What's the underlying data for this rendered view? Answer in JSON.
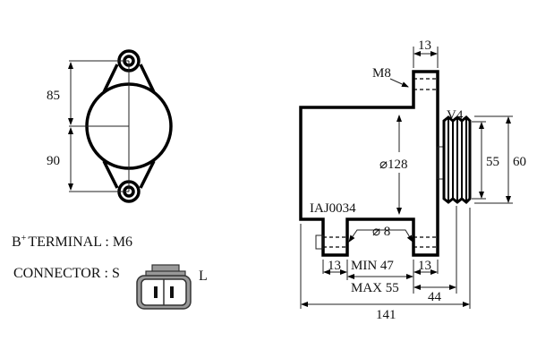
{
  "front_view": {
    "dim_upper": "85",
    "dim_lower": "90"
  },
  "specs": {
    "terminal_prefix": "B",
    "terminal_sup": "+",
    "terminal_text": "TERMINAL : M6",
    "connector_text": "CONNECTOR : S",
    "connector_right_label": "L"
  },
  "side_view": {
    "top_lug_width": "13",
    "thread_label": "M8",
    "diameter_body": "⌀128",
    "pulley_type": "V4",
    "pulley_inner_dia": "55",
    "pulley_outer_dia": "60",
    "part_number": "IAJ0034",
    "hole_diameter": "⌀ 8",
    "lug_left_width": "13",
    "min_spacing": "MIN 47",
    "max_spacing": "MAX 55",
    "lug_right_width": "13",
    "pulley_offset": "44",
    "total_length": "141"
  }
}
